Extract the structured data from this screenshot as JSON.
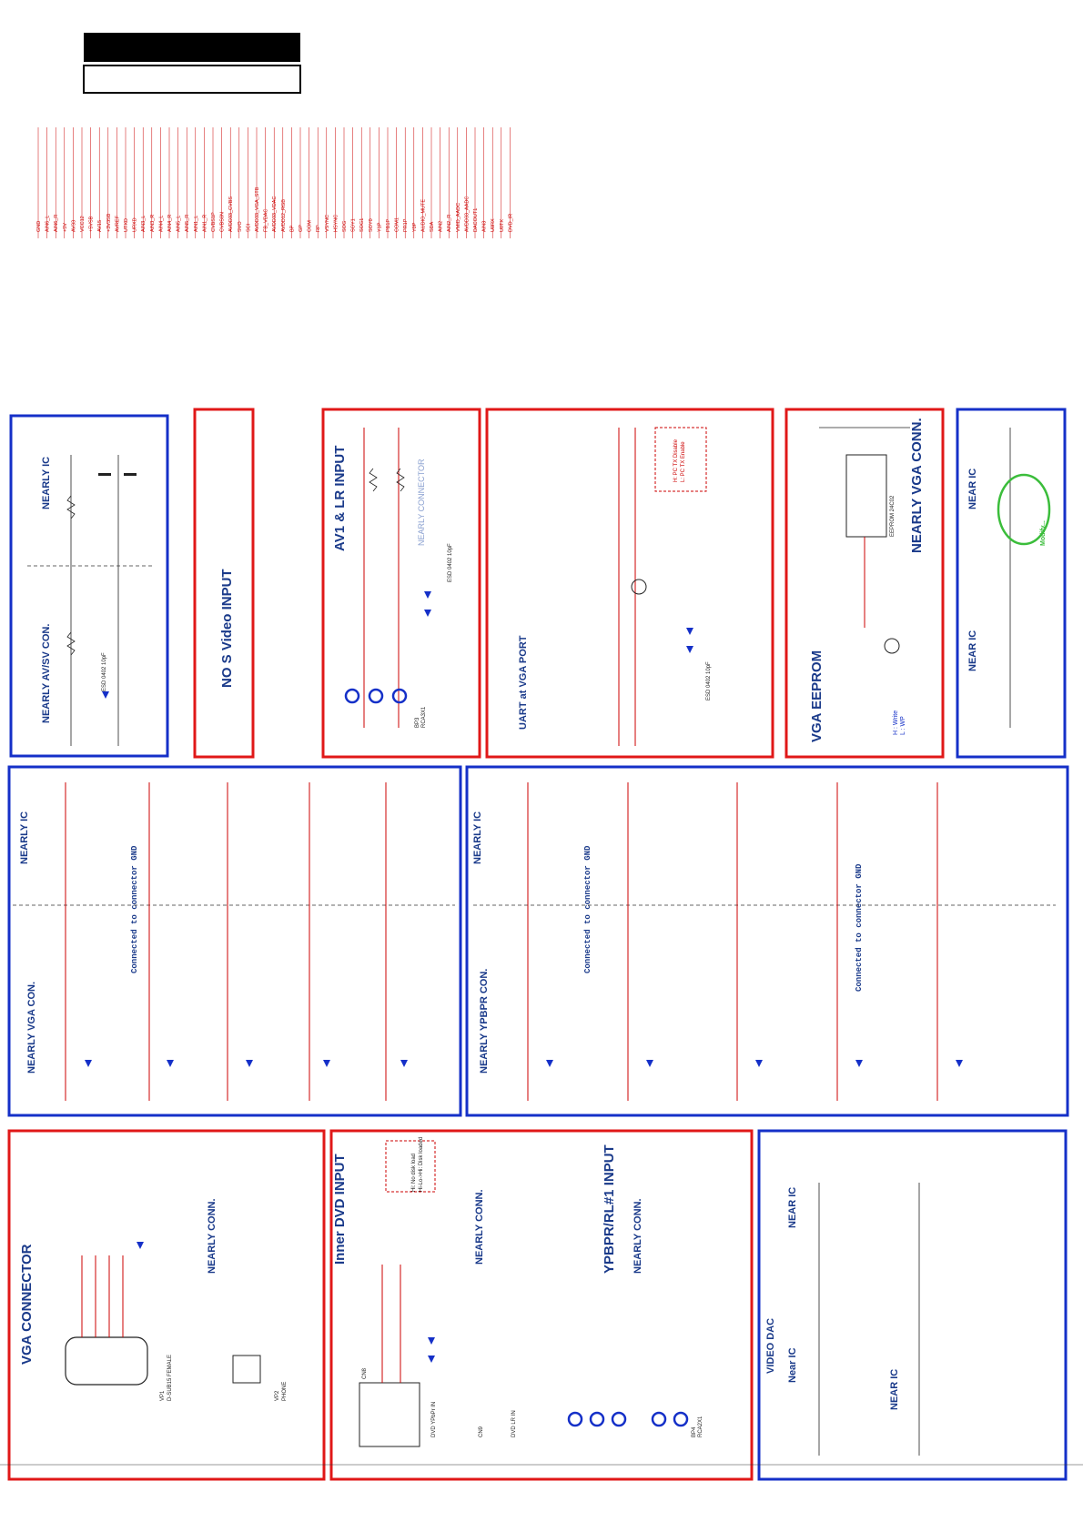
{
  "header": {
    "title_bar": "",
    "subtitle_bar": ""
  },
  "net_list_top": [
    "GND",
    "AIN6_L",
    "AIN6_R",
    "+5V",
    "AV33",
    "VCC12",
    "+5VSB",
    "AV15",
    "+3V3SB",
    "AVREF",
    "UTXD",
    "URXD",
    "AIN3_L",
    "AIN3_R",
    "AIN4_L",
    "AIN4_R",
    "AIN5_L",
    "AIN5_R",
    "AIN1_L",
    "AIN1_R",
    "CVBS1P",
    "CVBS0N",
    "AVDD33_CVBS",
    "SVO",
    "SCI",
    "AVDD33_VGA_STB",
    "FB_VDAC",
    "AVDD33_VDAC",
    "AVDD12_RGB",
    "BP",
    "GP",
    "COM",
    "RP",
    "VSYNC",
    "HSYNC",
    "SOG",
    "SOY1",
    "SOG1",
    "SOY0",
    "Y1P",
    "PB1P",
    "COM1",
    "PR1P",
    "Y0P",
    "AUDIO_MUTE",
    "SDA",
    "AIN2",
    "AIN2_R",
    "VMID_AADC",
    "AVDD33_AADC",
    "DACOUT1",
    "AIN3",
    "U0RX",
    "U0TX",
    "DVD_IR"
  ],
  "panels": {
    "nearly_av_sv": "NEARLY AV/SV CON.",
    "nearly_ic_1": "NEARLY IC",
    "no_svideo": "NO S Video  INPUT",
    "av1_lr": "AV1 & LR INPUT",
    "nearly_connector": "NEARLY CONNECTOR",
    "uart_vga": "UART at VGA PORT",
    "vga_eeprom": "VGA EEPROM",
    "nearly_vga_conn_top": "NEARLY VGA CONN.",
    "near_ic_a": "NEAR IC",
    "near_ic_b": "NEAR IC",
    "nearly_ic_2": "NEARLY IC",
    "nearly_vga_con": "NEARLY VGA CON.",
    "connected_gnd_1": "Connected to connector GND",
    "nearly_ic_3": "NEARLY IC",
    "nearly_ypbpr_con": "NEARLY YPBPR CON.",
    "connected_gnd_2": "Connected to connector GND",
    "connected_gnd_3": "Connected to connector GND",
    "vga_connector": "VGA CONNECTOR",
    "nearly_conn_1": "NEARLY CONN.",
    "inner_dvd": "Inner DVD INPUT",
    "nearly_conn_2": "NEARLY CONN.",
    "ypbpr_rl1": "YPBPR/RL#1 INPUT",
    "nearly_conn_3": "NEARLY CONN.",
    "video_dac": "VIDEO DAC",
    "near_ic_c": "NEAR IC",
    "near_ic_d": "Near IC",
    "near_ic_e": "NEAR IC"
  },
  "labels": {
    "esd": "ESD 0402 10pF",
    "bp3": "BP3",
    "rca3x1": "RCA3X1",
    "vp1": "VP1",
    "dsub": "D-SUB15 FEMALE",
    "vp2": "VP2",
    "phone": "PHONE",
    "cn8": "CN8",
    "dvd_ypbpr_in": "DVD YPbPr IN",
    "cn9": "CN9",
    "dvd_lr_in": "DVD LR IN",
    "bp4": "BP4",
    "rca2x1": "RCA2X1",
    "eeprom": "EEPROM 24C02",
    "write_note": "H : Write",
    "wp_note": "L : WP",
    "tx_note_h": "H:  PC TX Disable",
    "tx_note_l": "L:  PC TX Enable",
    "load_note": "Hi-Lo->Hi:  Disk loaded",
    "noload_note": "Hi:  No disk load",
    "modify_note": "Modify..."
  }
}
